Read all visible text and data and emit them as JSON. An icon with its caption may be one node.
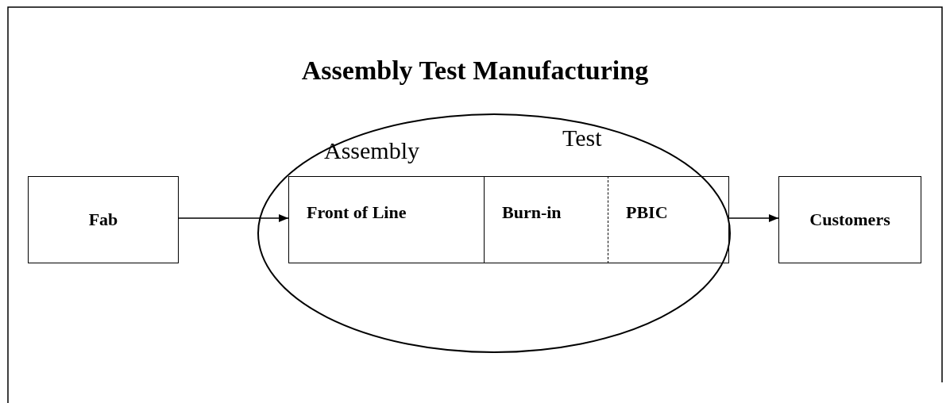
{
  "diagram": {
    "title": "Assembly Test Manufacturing",
    "nodes": [
      {
        "text": [
          "Fab"
        ]
      },
      {
        "text": [
          "Assembly",
          "Test"
        ]
      },
      {
        "text": [
          "Front of Line"
        ],
        "in": 1
      },
      {
        "text": [
          "Burn-in"
        ],
        "in": 1
      },
      {
        "text": [
          "PBIC"
        ],
        "in": 1
      },
      {
        "text": [
          "Customers"
        ]
      }
    ],
    "edges": [
      {
        "from": 0,
        "to": 2,
        "arrow": "to"
      },
      {
        "from": 4,
        "to": 5,
        "arrow": "to"
      }
    ]
  }
}
